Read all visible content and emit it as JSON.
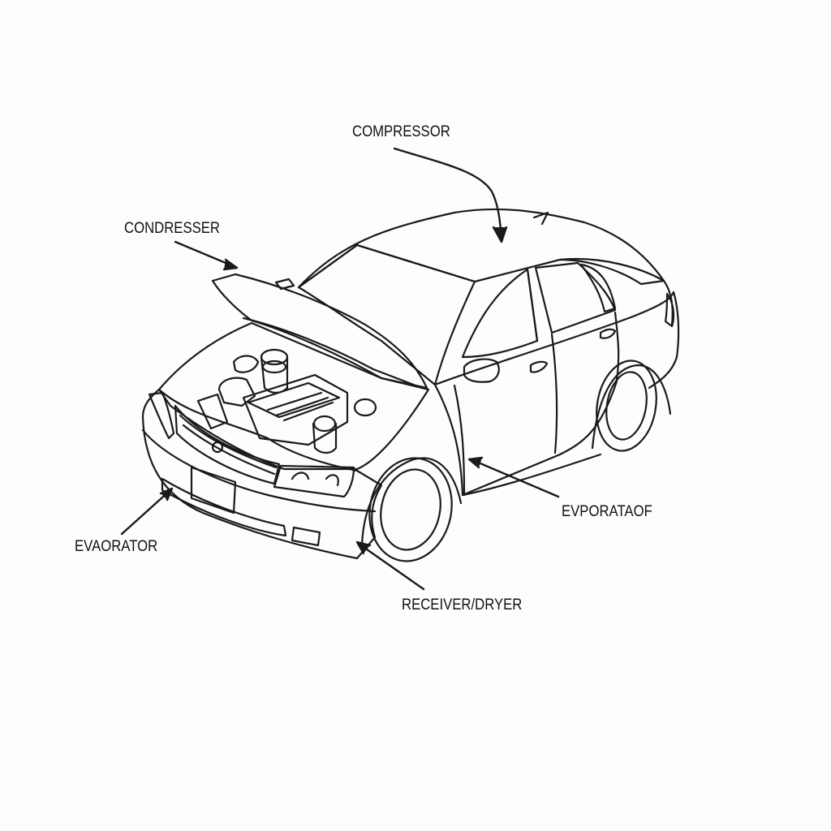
{
  "diagram": {
    "callouts": {
      "compressor": "COMPRESSOR",
      "condenser": "CONDRESSER",
      "evaporator_left": "EVAORATOR",
      "evaporator_right": "EVPORATAOF",
      "receiver_dryer": "RECEIVER/DRYER"
    }
  },
  "colors": {
    "line": "#1a1a1a",
    "background": "#fdfdfd"
  }
}
